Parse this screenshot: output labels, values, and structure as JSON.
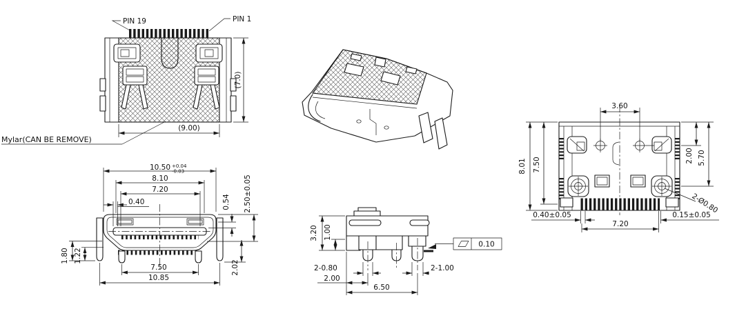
{
  "colors": {
    "line": "#1a1a1a",
    "background": "#ffffff"
  },
  "views": {
    "top": {
      "pin19": "PIN 19",
      "pin1": "PIN 1",
      "mylar_note": "Mylar(CAN BE REMOVE)",
      "body_width": "(9.00)",
      "body_depth": "(7.0)"
    },
    "front": {
      "overall_width": "10.50",
      "overall_width_tol_upper": "+0.04",
      "overall_width_tol_lower": "-0.03",
      "shield_width": "8.10",
      "contact_span": "7.20",
      "contact_pitch": "0.40",
      "tongue_offset": "0.54",
      "shell_height": "2.50±0.05",
      "leg_length": "1.80",
      "foot_height": "1.22",
      "rear_leg_height": "2.02",
      "post_span": "7.50",
      "overall_width_feet": "10.85"
    },
    "side": {
      "body_height": "3.20",
      "step_height": "1.00",
      "front_posts": "2-0.80",
      "front_post_offset": "2.00",
      "post_span": "6.50",
      "rear_posts": "2-1.00",
      "flatness_tol": "0.10"
    },
    "bottom": {
      "boss_pitch": "3.60",
      "overall_depth": "8.01",
      "body_depth": "7.50",
      "boss_offset": "2.00",
      "screw_offset": "5.70",
      "hole_callout": "2-Ø0.80",
      "pad_width": "0.40±0.05",
      "pad_span": "7.20",
      "pad_gap": "0.15±0.05"
    }
  }
}
